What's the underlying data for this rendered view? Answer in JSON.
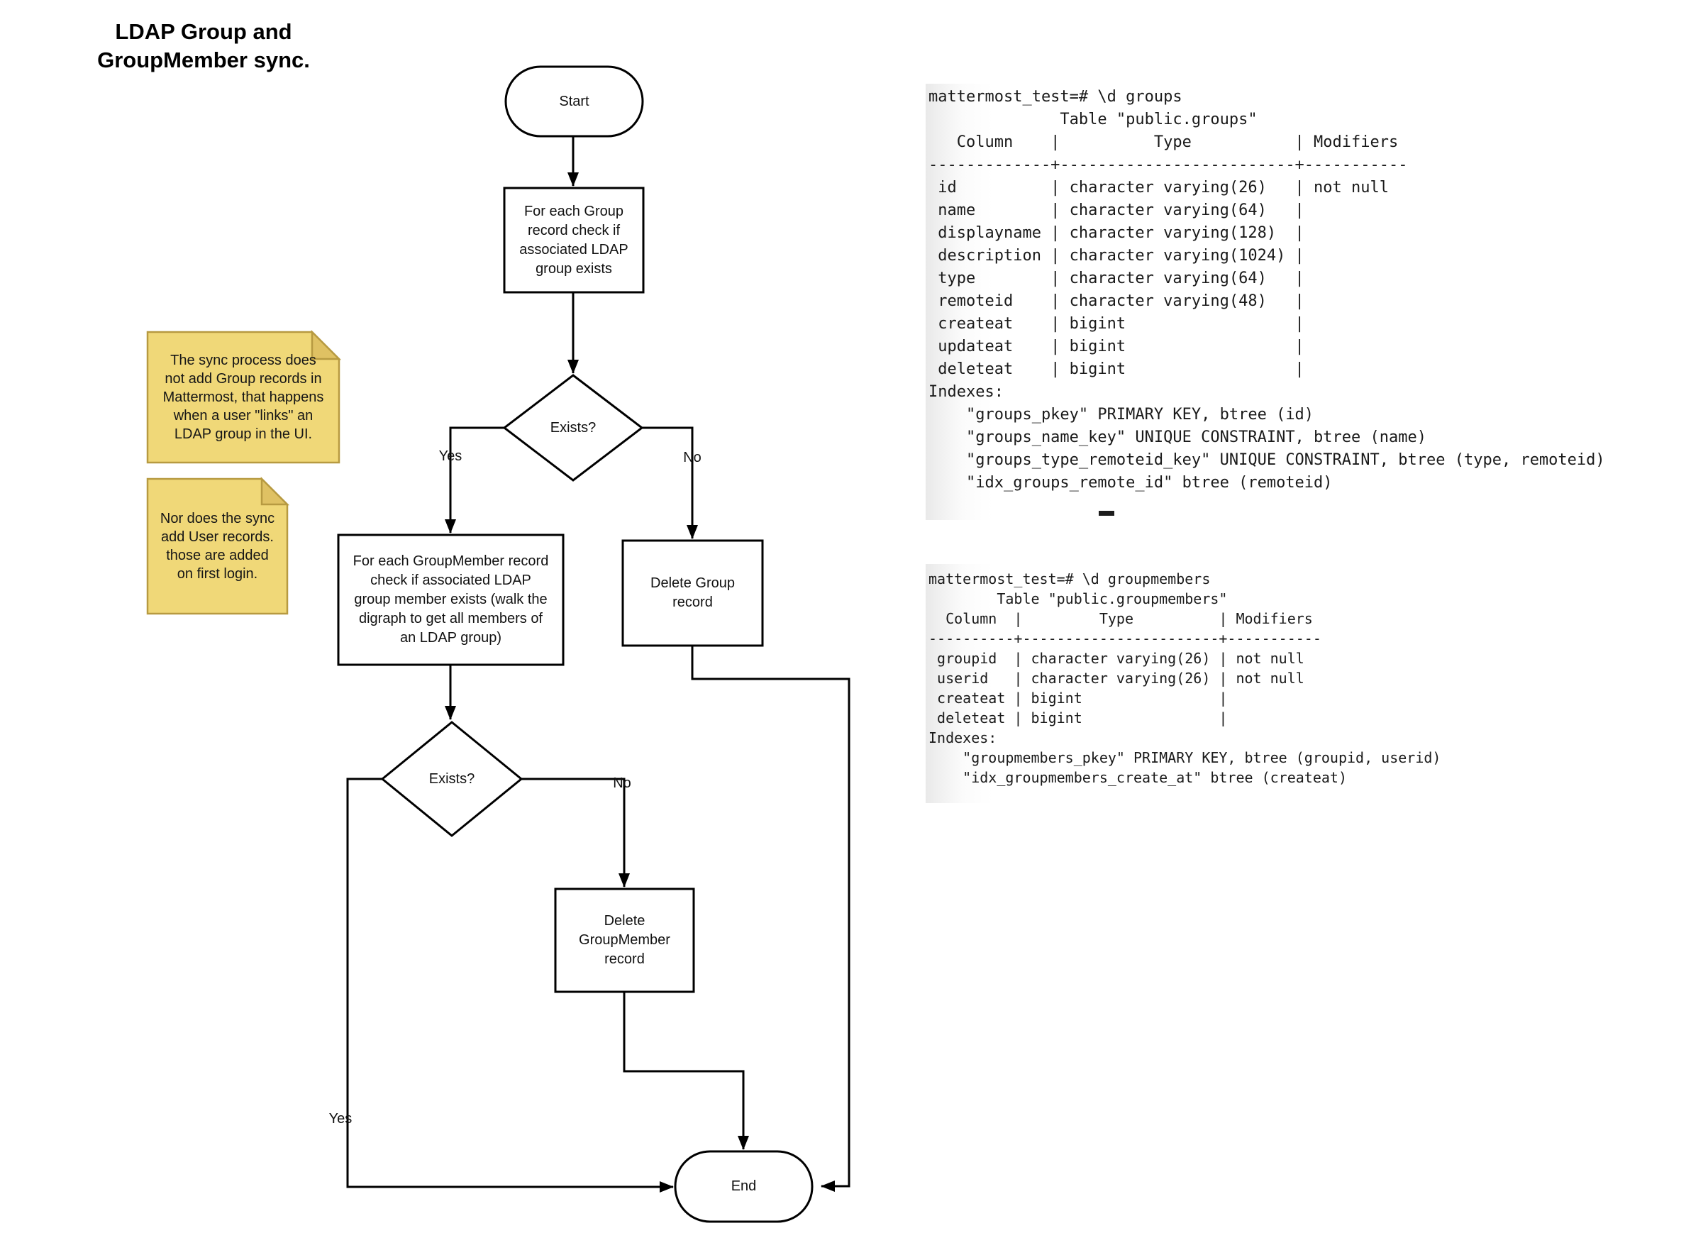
{
  "title": "LDAP Group and\nGroupMember sync.",
  "flowchart": {
    "start_label": "Start",
    "check_group_label": "For each Group\nrecord check if\nassociated LDAP\ngroup exists",
    "decision_group_label": "Exists?",
    "decision_group_yes": "Yes",
    "decision_group_no": "No",
    "check_member_label": "For each GroupMember record\ncheck if associated LDAP\ngroup member exists (walk the\ndigraph to get all members of\nan LDAP group)",
    "delete_group_label": "Delete Group\nrecord",
    "decision_member_label": "Exists?",
    "decision_member_yes": "Yes",
    "decision_member_no": "No",
    "delete_member_label": "Delete\nGroupMember\nrecord",
    "end_label": "End"
  },
  "notes": {
    "note1": "The sync process does\nnot add Group records in\nMattermost, that happens\nwhen a user \"links\" an\nLDAP group in the UI.",
    "note2": "Nor does the sync\nadd User records.\nthose are added\non first login."
  },
  "terminals": {
    "groups": "mattermost_test=# \\d groups\n              Table \"public.groups\"\n   Column    |          Type           | Modifiers\n-------------+-------------------------+-----------\n id          | character varying(26)   | not null\n name        | character varying(64)   |\n displayname | character varying(128)  |\n description | character varying(1024) |\n type        | character varying(64)   |\n remoteid    | character varying(48)   |\n createat    | bigint                  |\n updateat    | bigint                  |\n deleteat    | bigint                  |\nIndexes:\n    \"groups_pkey\" PRIMARY KEY, btree (id)\n    \"groups_name_key\" UNIQUE CONSTRAINT, btree (name)\n    \"groups_type_remoteid_key\" UNIQUE CONSTRAINT, btree (type, remoteid)\n    \"idx_groups_remote_id\" btree (remoteid)",
    "groupmembers": "mattermost_test=# \\d groupmembers\n        Table \"public.groupmembers\"\n  Column  |         Type          | Modifiers\n----------+-----------------------+-----------\n groupid  | character varying(26) | not null\n userid   | character varying(26) | not null\n createat | bigint                |\n deleteat | bigint                |\nIndexes:\n    \"groupmembers_pkey\" PRIMARY KEY, btree (groupid, userid)\n    \"idx_groupmembers_create_at\" btree (createat)"
  },
  "colors": {
    "line": "#000000",
    "note_fill": "#F0D878",
    "note_fold": "#DFC163",
    "note_border": "#B79A41"
  }
}
